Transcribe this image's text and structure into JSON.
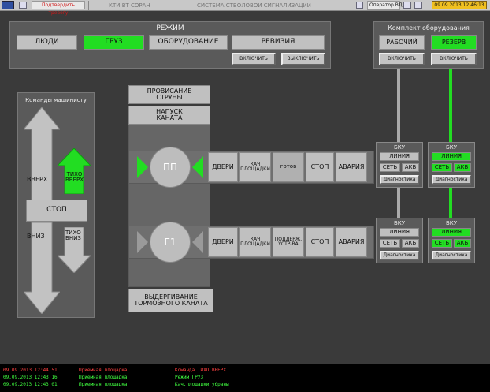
{
  "toolbar": {
    "ack_button": "Подтвердить тревогу",
    "org": "КТИ ВТ СОРАН",
    "system_title": "СИСТЕМА СТВОЛОВОЙ СИГНАЛИЗАЦИИ",
    "user": "Оператор ВД",
    "clock": "09.09.2013 12:46:13"
  },
  "mode_panel": {
    "title": "РЕЖИМ",
    "modes": [
      "ЛЮДИ",
      "ГРУЗ",
      "ОБОРУДОВАНИЕ",
      "РЕВИЗИЯ"
    ],
    "active_mode": "ГРУЗ",
    "enable_label": "ВКЛЮЧИТЬ",
    "disable_label": "ВЫКЛЮЧИТЬ"
  },
  "equipment_panel": {
    "title": "Комплект оборудования",
    "work_label": "РАБОЧИЙ",
    "reserve_label": "РЕЗЕРВ",
    "active": "РЕЗЕРВ",
    "enable_label": "ВКЛЮЧИТЬ"
  },
  "operator_panel": {
    "title": "Команды машинисту",
    "up": "ВВЕРХ",
    "slow_up": "ТИХО\nВВЕРХ",
    "stop": "СТОП",
    "down": "ВНИЗ",
    "slow_down": "ТИХО\nВНИЗ"
  },
  "shaft": {
    "rope_sag": "ПРОВИСАНИЕ\nСТРУНЫ",
    "rope_slack": "НАПУСК\nКАНАТА",
    "brake_pull": "ВЫДЕРГИВАНИЕ\nТОРМОЗНОГО КАНАТА",
    "levels": [
      {
        "id": "ПП",
        "door": "ДВЕРИ",
        "swing": "КАЧ\nПЛОЩАДКИ",
        "ready": "готов",
        "stop": "СТОП",
        "alarm": "АВАРИЯ"
      },
      {
        "id": "Г1",
        "door": "ДВЕРИ",
        "swing": "КАЧ\nПЛОЩАДКИ",
        "support": "ПОДДЕРЖ.\nУСТР-ВА",
        "stop": "СТОП",
        "alarm": "АВАРИЯ"
      }
    ]
  },
  "bku": {
    "title": "БКУ",
    "line": "ЛИНИЯ",
    "net": "СЕТЬ",
    "akb": "АКБ",
    "diag": "Диагностика"
  },
  "log": [
    {
      "time": "09.09.2013 12:44:51",
      "place": "Приемная площадка",
      "event": "Команда ТИХО ВВЕРХ",
      "level": "a"
    },
    {
      "time": "09.09.2013 12:43:16",
      "place": "Приемная площадка",
      "event": "Режим ГРУЗ",
      "level": "b"
    },
    {
      "time": "09.09.2013 12:43:01",
      "place": "Приемная площадка",
      "event": "Кач.площадки убраны",
      "level": "b"
    }
  ],
  "colors": {
    "active_green": "#22dd22",
    "background": "#3a3a3a",
    "alarm_red": "#ff4040"
  }
}
